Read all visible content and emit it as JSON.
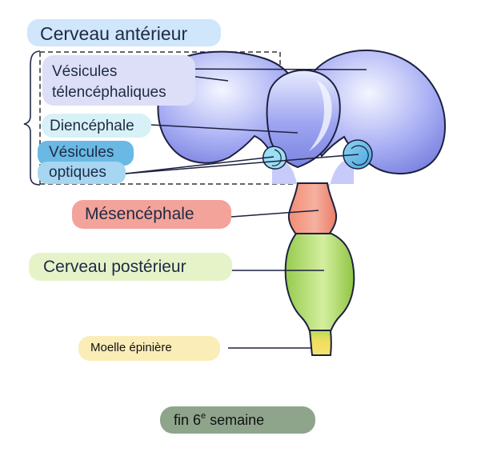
{
  "labels": {
    "forebrain": "Cerveau antérieur",
    "telencephalic_vesicles_line1": "Vésicules",
    "telencephalic_vesicles_line2": "télencéphaliques",
    "diencephalon": "Diencéphale",
    "optic_vesicles_line1": "Vésicules",
    "optic_vesicles_line2": "optiques",
    "midbrain": "Mésencéphale",
    "hindbrain": "Cerveau postérieur",
    "spinal_cord": "Moelle épinière"
  },
  "caption": {
    "prefix": "fin 6",
    "superscript": "e",
    "suffix": " semaine"
  },
  "colors": {
    "forebrain": "#8d93e6",
    "forebrain_label": "#cfe6fb",
    "telencephalic_label": "#dcdff7",
    "diencephalon_label": "#d8f1f6",
    "optic_label": "#69b9e4",
    "optic_label_2": "#a6d6f1",
    "midbrain": "#f08a71",
    "midbrain_label": "#f3a39a",
    "hindbrain": "#a8d45f",
    "hindbrain_label": "#e6f3c8",
    "spinal_cord": "#f4de67",
    "spinal_label": "#fbedb8",
    "caption_bg": "#8ea58c"
  }
}
